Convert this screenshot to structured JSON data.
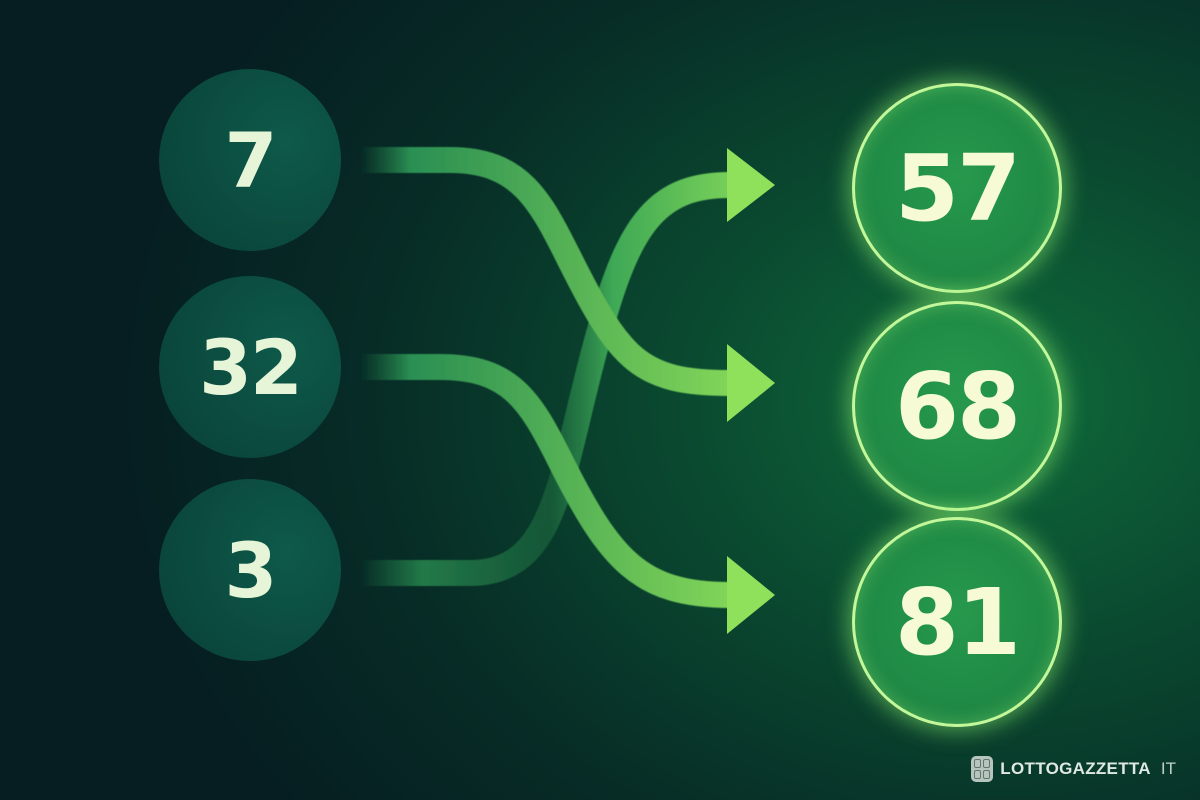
{
  "diagram": {
    "description": "Number mapping illustration: three source numbers flow via crossing arrows to three highlighted target numbers",
    "source_numbers": [
      {
        "id": "src-1",
        "label": "7"
      },
      {
        "id": "src-2",
        "label": "32"
      },
      {
        "id": "src-3",
        "label": "3"
      }
    ],
    "target_numbers": [
      {
        "id": "dst-1",
        "label": "57"
      },
      {
        "id": "dst-2",
        "label": "68"
      },
      {
        "id": "dst-3",
        "label": "81"
      }
    ],
    "edges": [
      {
        "from": "7",
        "to": "68"
      },
      {
        "from": "32",
        "to": "81"
      },
      {
        "from": "3",
        "to": "57"
      }
    ]
  },
  "colors": {
    "background_dark": "#061d21",
    "background_green": "#0f6a3a",
    "source_ball": "#0b4a3e",
    "target_ball": "#1f8a45",
    "target_ring": "#c2f79a",
    "arrow_start": "#1f7a4a",
    "arrow_end": "#8fe05a",
    "number_text": "#f6fbd6"
  },
  "watermark": {
    "icon": "lotto-ticket-icon",
    "name": "LOTTOGAZZETTA",
    "tld": "IT"
  }
}
